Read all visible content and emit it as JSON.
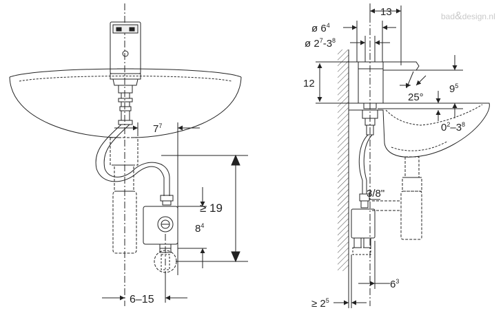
{
  "watermark": {
    "prefix": "bad",
    "amp": "&",
    "suffix": "design.nl"
  },
  "front_view": {
    "d77": {
      "base": "7",
      "sup": "7"
    },
    "d84": {
      "base": "8",
      "sup": "4"
    },
    "d19": "≥ 19",
    "d615": "6–15"
  },
  "side_view": {
    "d13": "13",
    "d64": {
      "base": "ø 6",
      "sup": "4"
    },
    "d2738": {
      "base": "ø 2",
      "sup1": "7",
      "mid": "-3",
      "sup2": "8"
    },
    "d12": "12",
    "d95": {
      "base": "9",
      "sup": "5"
    },
    "angle": "25°",
    "d0238": {
      "base": "0",
      "sup1": "2",
      "mid": "–3",
      "sup2": "8"
    },
    "thread": "3/8\"",
    "d63": {
      "base": "6",
      "sup": "3"
    },
    "d25": {
      "base": "≥ 2",
      "sup": "5"
    }
  },
  "colors": {
    "line": "#222222",
    "leader": "#555555"
  }
}
